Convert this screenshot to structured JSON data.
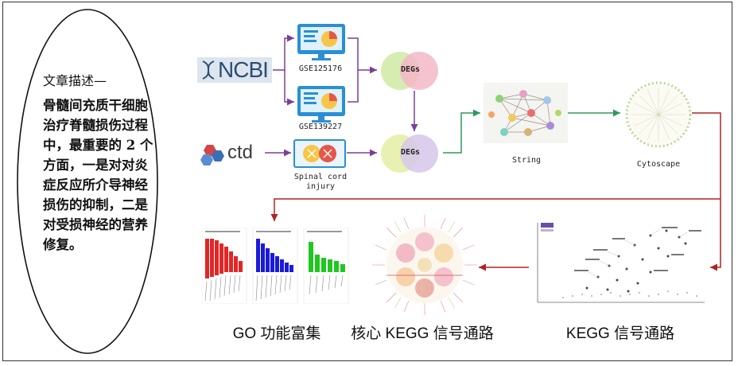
{
  "description": {
    "title": "文章描述—",
    "body": "骨髓间充质干细胞治疗脊髓损伤过程中，最重要的 2 个方面，一是对对炎症反应所介导神经损伤的抑制，二是对受损神经的营养修复。"
  },
  "sources": {
    "ncbi_logo": "NCBI",
    "ctd_logo": "ctd"
  },
  "datasets": {
    "gse1": "GSE125176",
    "gse2": "GSE139227",
    "spinal": [
      "Spinal cord",
      "injury"
    ]
  },
  "venn": {
    "degs_top": "DEGs",
    "degs_bottom": "DEGs"
  },
  "network": {
    "string_label": "String",
    "cytoscape_label": "Cytoscape"
  },
  "results": {
    "go": "GO 功能富集",
    "core_kegg": "核心 KEGG 信号通路",
    "kegg": "KEGG 信号通路"
  },
  "colors": {
    "purple_arrow": "#7b3f96",
    "green_arrow": "#2e9a5a",
    "red_arrow": "#b22222",
    "monitor_blue": "#2a8fd4",
    "venn_green": "#d3eaa9",
    "venn_pink": "#f3b7c7",
    "venn_purple": "#d6c7ea",
    "go_red": "#e22626",
    "go_blue": "#1b1bd9",
    "go_green": "#1ec81e"
  }
}
